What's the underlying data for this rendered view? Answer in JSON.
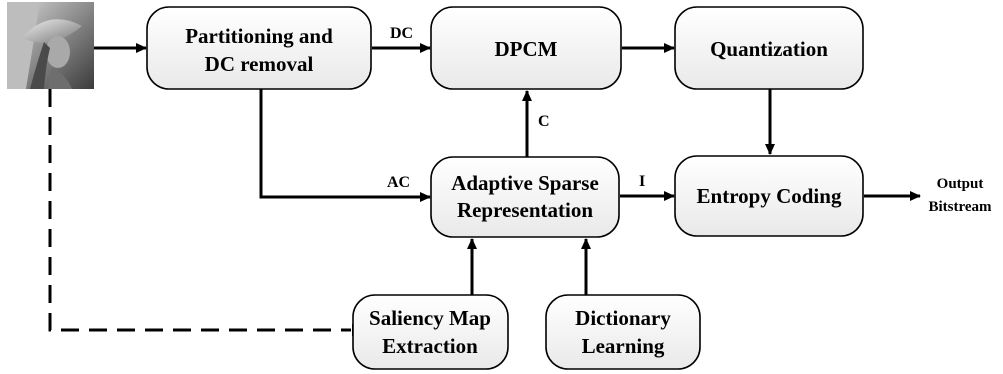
{
  "nodes": {
    "partition": {
      "line1": "Partitioning and",
      "line2": "DC removal"
    },
    "dpcm": {
      "line1": "DPCM"
    },
    "quantization": {
      "line1": "Quantization"
    },
    "asr": {
      "line1": "Adaptive Sparse",
      "line2": "Representation"
    },
    "entropy": {
      "line1": "Entropy Coding"
    },
    "saliency": {
      "line1": "Saliency Map",
      "line2": "Extraction"
    },
    "dictionary": {
      "line1": "Dictionary",
      "line2": "Learning"
    }
  },
  "edges": {
    "dc": "DC",
    "ac": "AC",
    "c": "C",
    "i": "I",
    "output_line1": "Output",
    "output_line2": "Bitstream"
  },
  "input_image": {
    "icon": "input-photo-thumbnail"
  }
}
